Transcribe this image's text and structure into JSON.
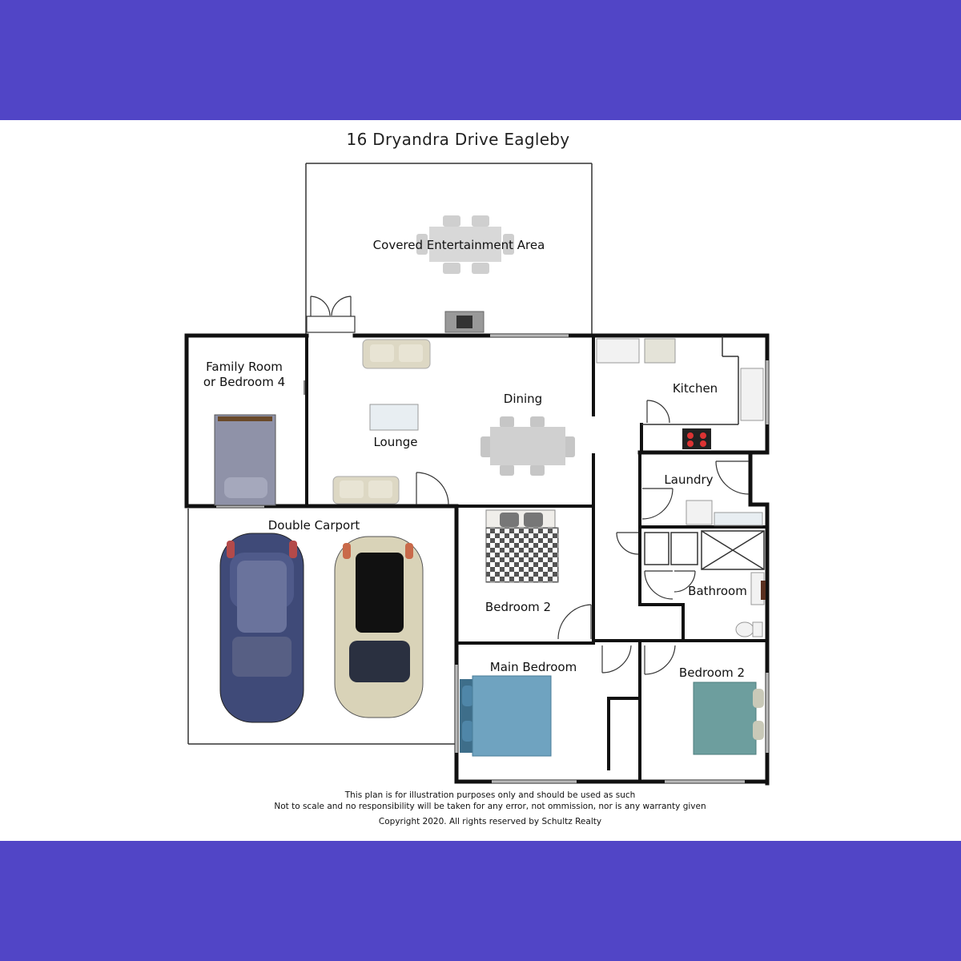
{
  "banner_color": "#5145c6",
  "title": "16 Dryandra Drive Eagleby",
  "rooms": {
    "entertainment": "Covered Entertainment Area",
    "family_line1": "Family Room",
    "family_line2": "or Bedroom 4",
    "lounge": "Lounge",
    "dining": "Dining",
    "kitchen": "Kitchen",
    "laundry": "Laundry",
    "bathroom": "Bathroom",
    "carport": "Double Carport",
    "bedroom2_center": "Bedroom 2",
    "main_bedroom": "Main Bedroom",
    "bedroom2_right": "Bedroom 2"
  },
  "notes": {
    "line1": "This plan is for illustration purposes only and should be used as such",
    "line2": "Not to scale and no responsibility will be taken for any error, not ommission, nor is any warranty given",
    "copyright": "Copyright 2020.  All rights reserved by Schultz Realty"
  },
  "colors": {
    "car_left": "#3f4a78",
    "car_right": "#d9d3b8",
    "main_bed": "#6fa3c0",
    "bed_right": "#6d9e9e",
    "bed_family": "#8f92a8",
    "checker_bed": "#555555"
  }
}
